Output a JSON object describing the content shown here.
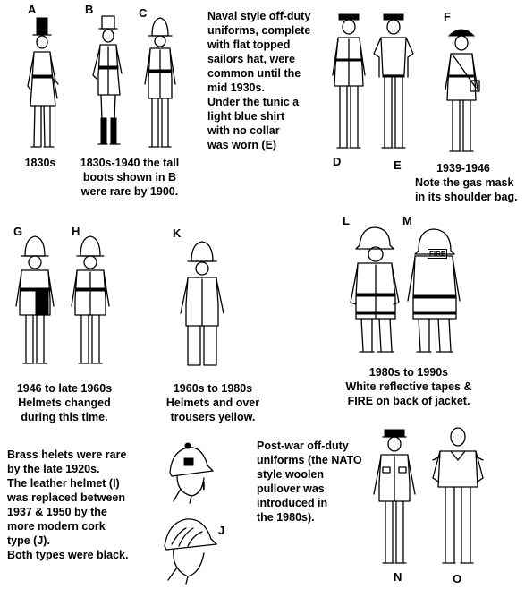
{
  "letters": {
    "A": "A",
    "B": "B",
    "C": "C",
    "D": "D",
    "E": "E",
    "F": "F",
    "G": "G",
    "H": "H",
    "K": "K",
    "L": "L",
    "M": "M",
    "I": "I",
    "J": "J",
    "N": "N",
    "O": "O"
  },
  "captions": {
    "a": "1830s",
    "bc": "1830s-1940 the tall\nboots shown in B\nwere rare by 1900.",
    "naval_note": "Naval style off-duty\nuniforms, complete\nwith flat topped\nsailors hat, were\ncommon until the\nmid 1930s.\nUnder the tunic a\nlight blue shirt\nwith no collar\nwas worn (E)",
    "f_year": "1939-1946",
    "f_note": "Note the gas mask\nin its shoulder bag.",
    "gh": "1946 to late 1960s\nHelmets changed\nduring this time.",
    "k": "1960s to 1980s\nHelmets and over\ntrousers yellow.",
    "lm": "1980s to 1990s\nWhite reflective tapes &\nFIRE on back of jacket.",
    "ij_note": "Brass helets were rare\nby the late 1920s.\nThe leather helmet (I)\nwas replaced between\n1937 & 1950 by the\nmore modern cork\ntype (J).\nBoth types were black.",
    "no_note": "Post-war off-duty\nuniforms (the NATO\nstyle woolen\npullover was\nintroduced in\nthe 1980s)."
  },
  "jacket_label": "FIRE"
}
